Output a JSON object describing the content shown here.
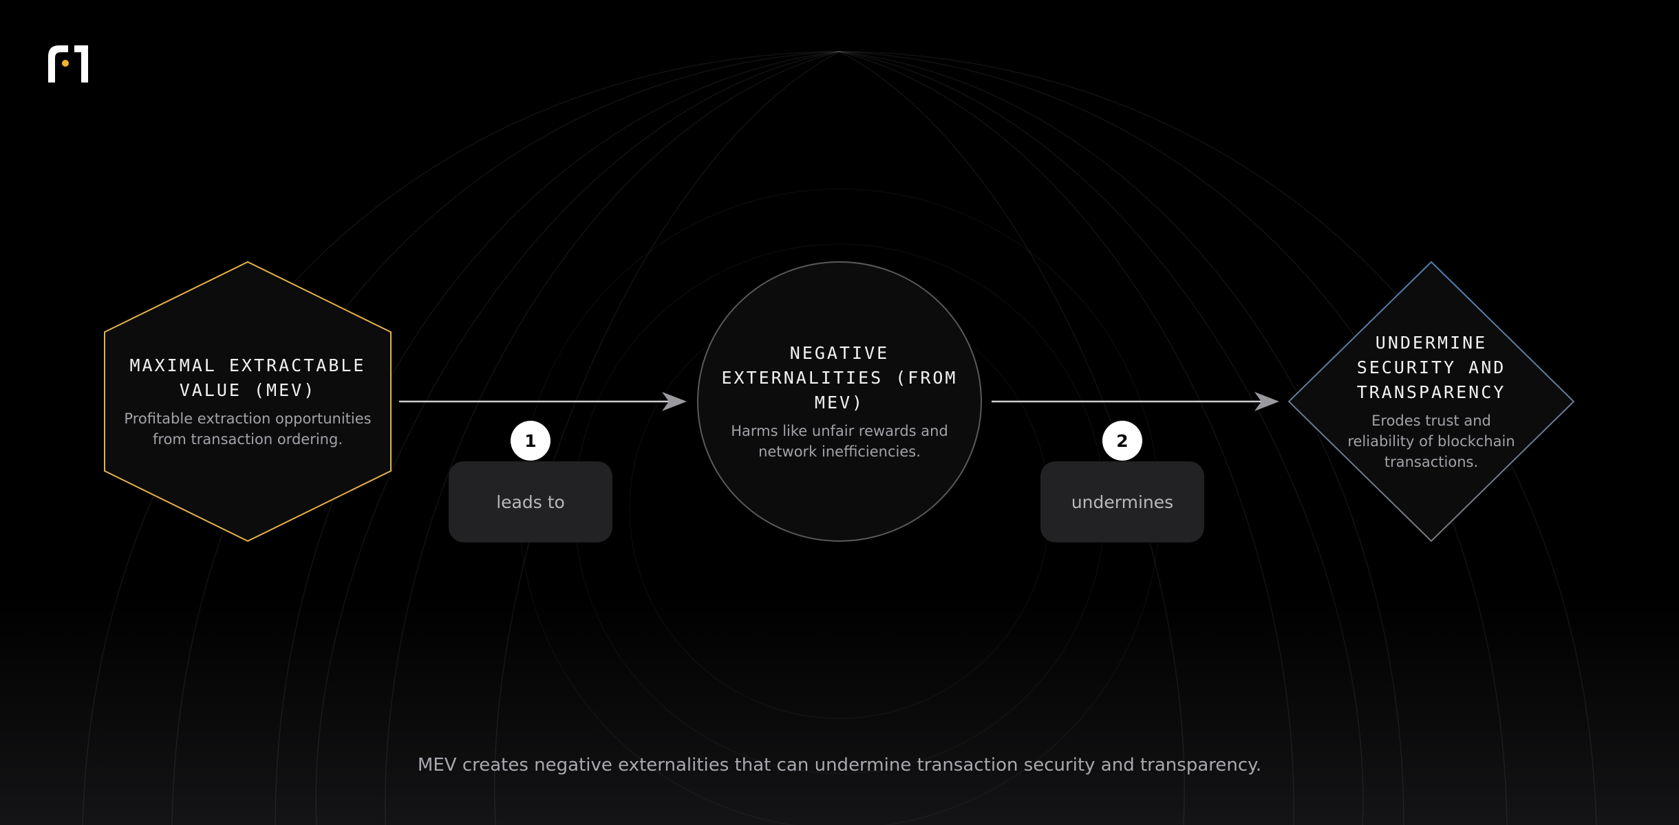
{
  "colors": {
    "background": "#000000",
    "hexagon_stroke": "#e6b34a",
    "circle_stroke": "#5a5a5e",
    "diamond_stroke_top": "#4f7fb4",
    "diamond_stroke_bottom": "#7b7b80",
    "node_fill": "#0c0c0d",
    "arrow": "#cfcfcf",
    "badge": "#ffffff",
    "label_box": "#222224",
    "logo": "#ffffff",
    "logo_accent": "#f0b429"
  },
  "logo": {
    "icon": "f1-logo-icon"
  },
  "nodes": {
    "mev": {
      "shape": "hexagon",
      "title": "MAXIMAL EXTRACTABLE VALUE (MEV)",
      "description": "Profitable extraction opportunities from transaction ordering."
    },
    "negative": {
      "shape": "circle",
      "title": "NEGATIVE EXTERNALITIES (FROM MEV)",
      "description": "Harms like unfair rewards and network inefficiencies."
    },
    "undermine": {
      "shape": "diamond",
      "title": "UNDERMINE SECURITY AND TRANSPARENCY",
      "description": "Erodes trust and reliability of blockchain transactions."
    }
  },
  "edges": [
    {
      "step": "1",
      "label": "leads to",
      "from": "mev",
      "to": "negative"
    },
    {
      "step": "2",
      "label": "undermines",
      "from": "negative",
      "to": "undermine"
    }
  ],
  "caption": "MEV creates negative externalities that can undermine transaction security and transparency."
}
